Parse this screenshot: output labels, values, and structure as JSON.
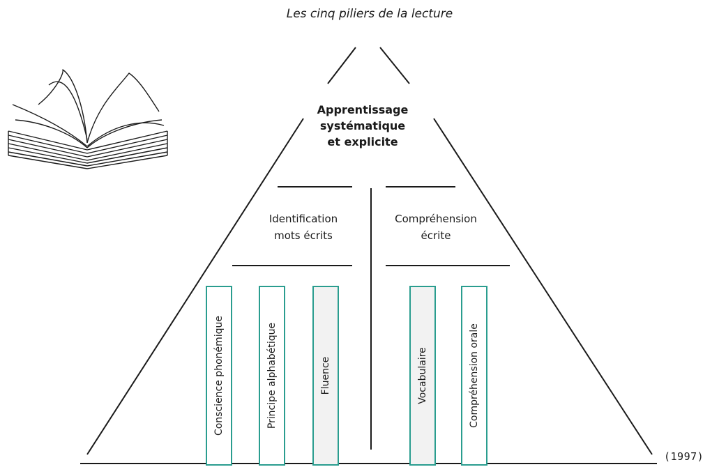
{
  "title": "Les cinq piliers de la lecture",
  "apex": {
    "line1": "Apprentissage",
    "line2": "systématique",
    "line3": "et explicite"
  },
  "branches": [
    {
      "line1": "Identification",
      "line2": "mots écrits"
    },
    {
      "line1": "Compréhension",
      "line2": "écrite"
    }
  ],
  "pillars": [
    "Conscience phonémique",
    "Principe alphabétique",
    "Fluence",
    "Vocabulaire",
    "Compréhension orale"
  ],
  "citation": "(1997)",
  "colors": {
    "pillar_border": "#2a9d8f",
    "line": "#1a1a1a",
    "pillar_fill_grey": "#f2f2f2"
  },
  "icon": "open-book-icon"
}
